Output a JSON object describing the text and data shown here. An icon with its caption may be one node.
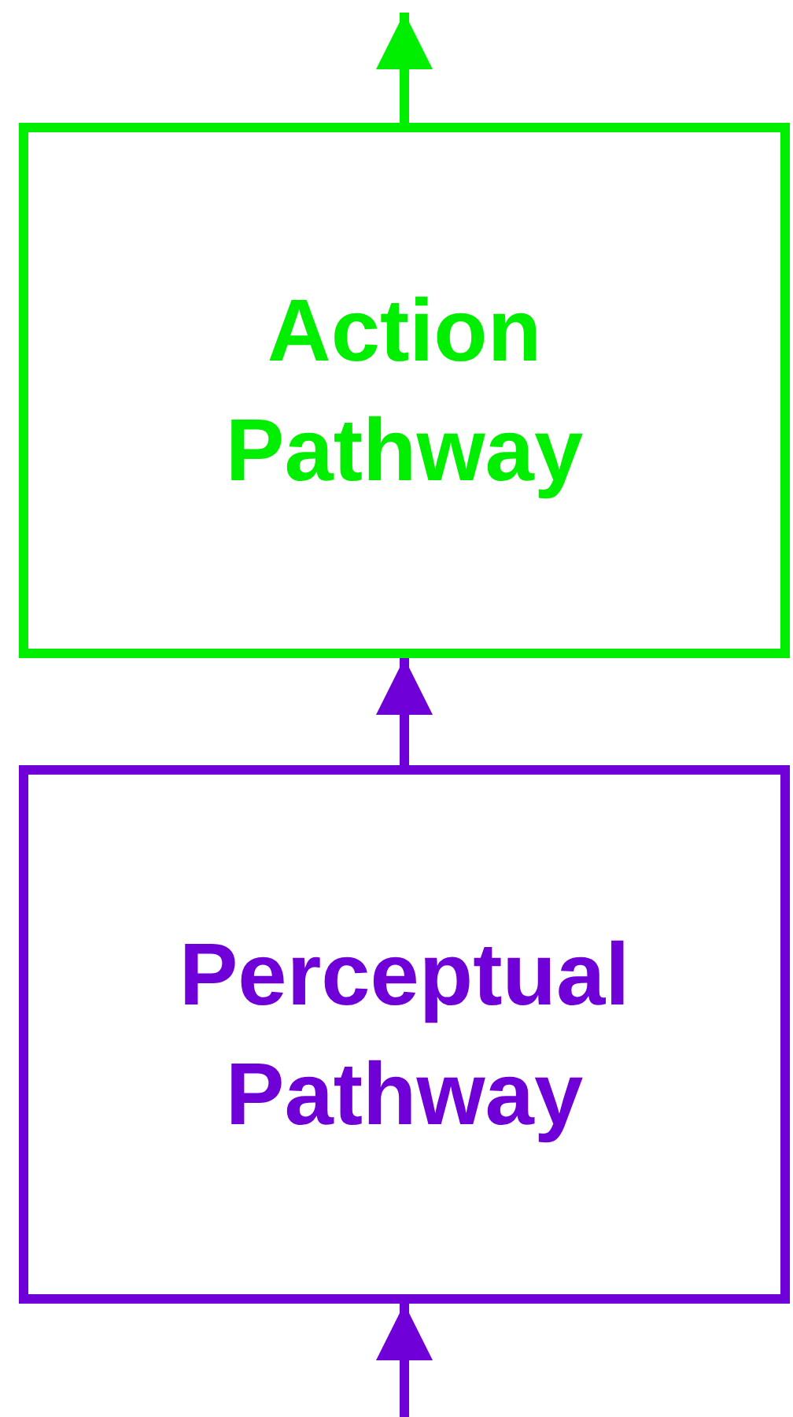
{
  "diagram": {
    "nodes": [
      {
        "text": [
          "Action Pathway"
        ]
      },
      {
        "text": [
          "Perceptual Pathway"
        ]
      }
    ],
    "edges": [
      {
        "from": null,
        "to": 1,
        "arrow": "to"
      },
      {
        "from": 1,
        "to": 0,
        "arrow": "to"
      },
      {
        "from": 0,
        "to": null,
        "arrow": "to",
        "color": "#00ee00"
      }
    ]
  }
}
